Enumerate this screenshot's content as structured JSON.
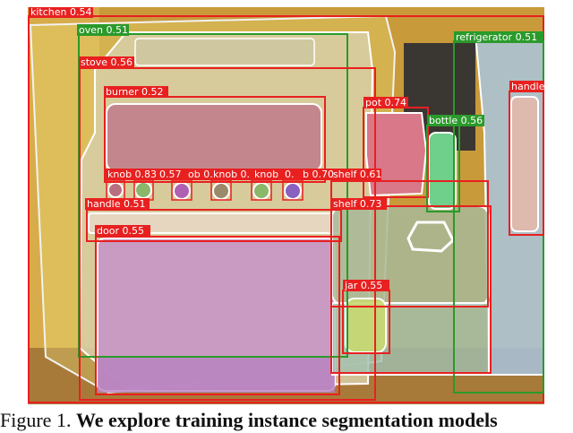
{
  "figure": {
    "detections": [
      {
        "label": "kitchen 0.54"
      },
      {
        "label": "oven 0.51"
      },
      {
        "label": "stove 0.56"
      },
      {
        "label": "refrigerator 0.51"
      },
      {
        "label": "handle"
      },
      {
        "label": "burner 0.52"
      },
      {
        "label": "pot 0.74"
      },
      {
        "label": "bottle 0.56"
      },
      {
        "label": "knob 0.83"
      },
      {
        "label": "0.57"
      },
      {
        "label": "ob 0."
      },
      {
        "label": "knob 0."
      },
      {
        "label": "knob"
      },
      {
        "label": "0."
      },
      {
        "label": "b 0.70"
      },
      {
        "label": "shelf 0.61"
      },
      {
        "label": "handle 0.51"
      },
      {
        "label": "shelf 0.73"
      },
      {
        "label": "door 0.55"
      },
      {
        "label": "jar 0.55"
      }
    ]
  },
  "caption": {
    "prefix": "Figure 1.",
    "bold": "We explore training instance segmentation models"
  }
}
